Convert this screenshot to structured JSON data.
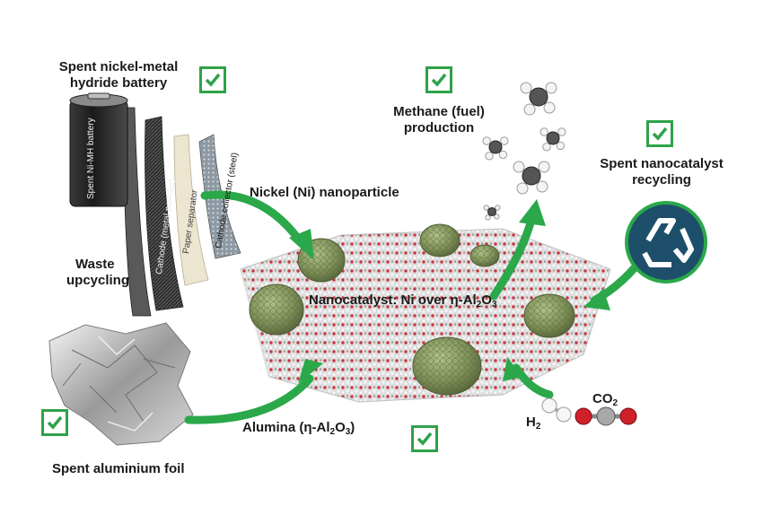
{
  "labels": {
    "battery": [
      "Spent nickel-metal",
      "hydride battery"
    ],
    "waste": [
      "Waste",
      "upcycling"
    ],
    "nickel": "Nickel (Ni) nanoparticle",
    "methane": [
      "Methane (fuel)",
      "production"
    ],
    "recycling": [
      "Spent nanocatalyst",
      "recycling"
    ],
    "catalyst": {
      "pre": "Nanocatalyst: Ni over η-Al",
      "s1": "2",
      "mid": "O",
      "s2": "3"
    },
    "alumina": {
      "pre": "Alumina (η-Al",
      "s1": "2",
      "mid": "O",
      "s2": "3",
      "post": ")"
    },
    "foil": "Spent aluminium foil",
    "co2": {
      "pre": "CO",
      "s1": "2"
    },
    "h2": {
      "pre": "H",
      "s1": "2"
    }
  },
  "battery_layers": {
    "battery_side": "Spent Ni-MH battery",
    "cathode": "Cathode (metal powder)",
    "separator": "Paper separator",
    "collector": "Cathode collector (steel)"
  },
  "colors": {
    "check": "#2ea24a",
    "arrow": "#2aa84a",
    "nanoparticle": "#7f9158",
    "recycle_disc": "#1d4f6b"
  },
  "icons": [
    "check-icon",
    "recycle-icon",
    "arrow-icon",
    "molecule-icon"
  ]
}
